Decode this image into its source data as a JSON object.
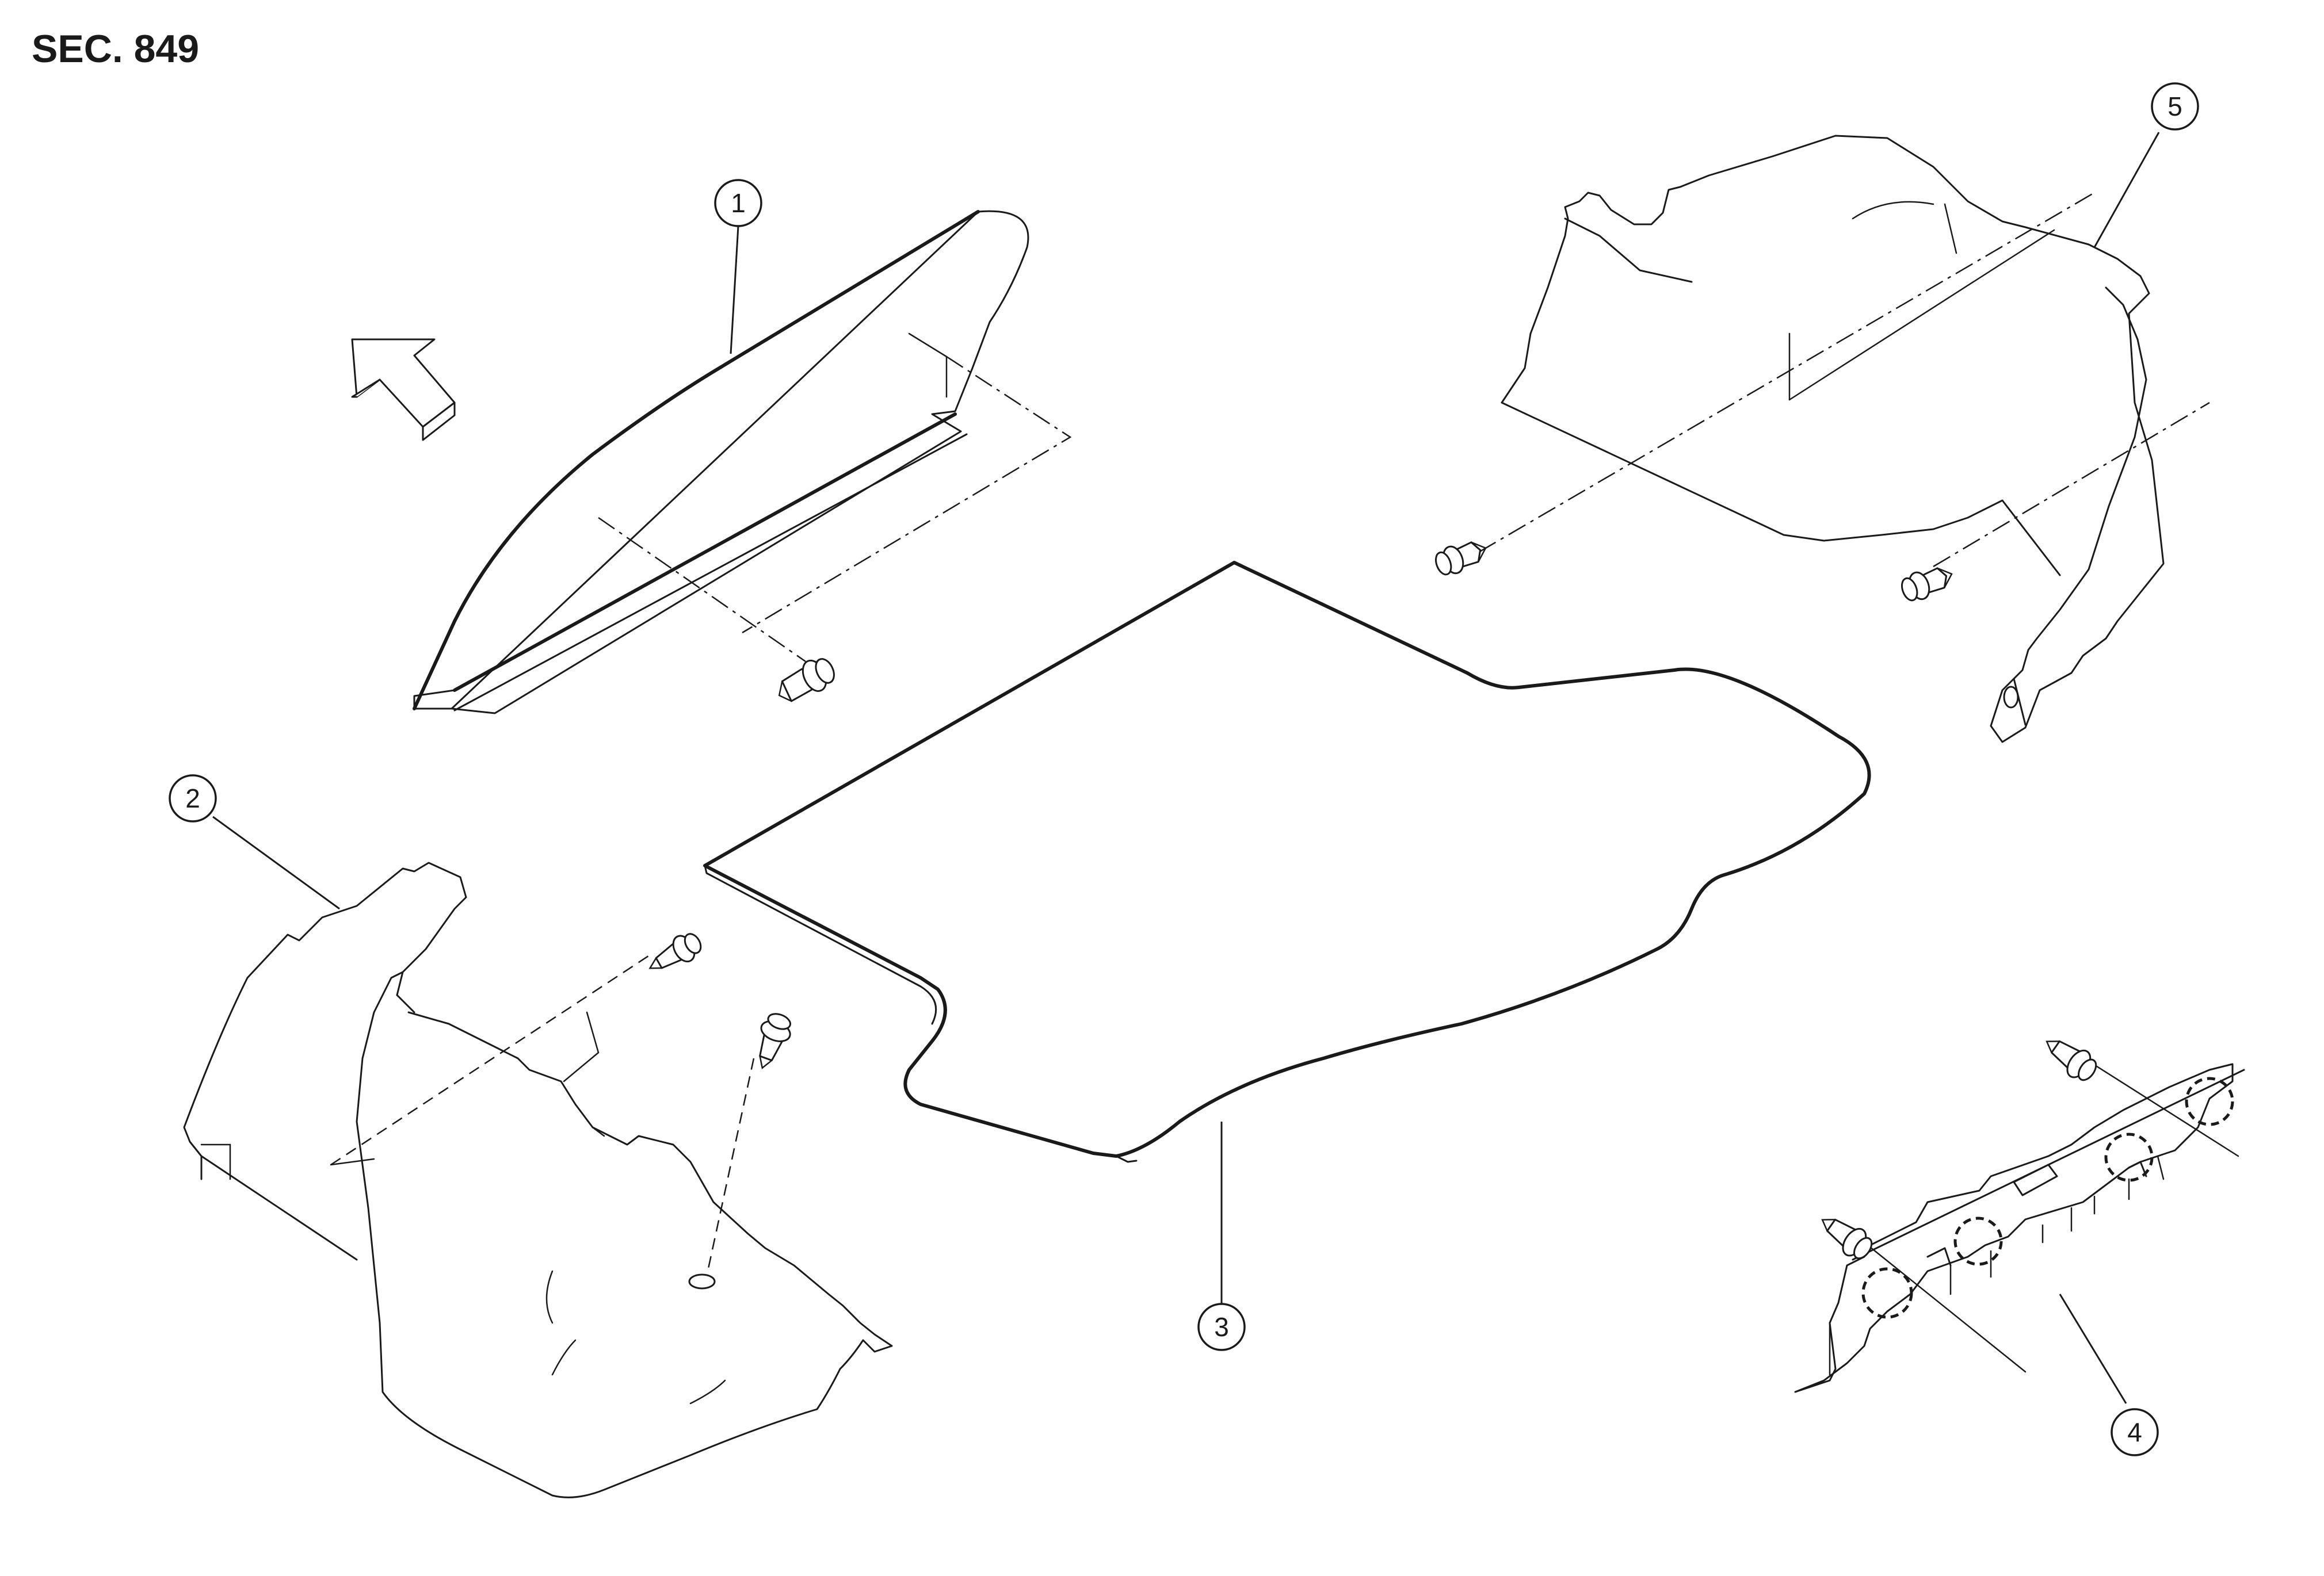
{
  "section_label": "SEC. 849",
  "callouts": [
    {
      "number": "1",
      "part": "trunk-rear-finisher"
    },
    {
      "number": "2",
      "part": "trunk-side-finisher-left"
    },
    {
      "number": "3",
      "part": "trunk-floor-mat"
    },
    {
      "number": "4",
      "part": "rear-plate-finisher"
    },
    {
      "number": "5",
      "part": "trunk-side-finisher-right"
    }
  ],
  "front_arrow_icon": "front-direction-arrow-icon",
  "clip_icon": "push-clip-icon",
  "line_color": "#1a1a1a",
  "background_color": "#ffffff"
}
